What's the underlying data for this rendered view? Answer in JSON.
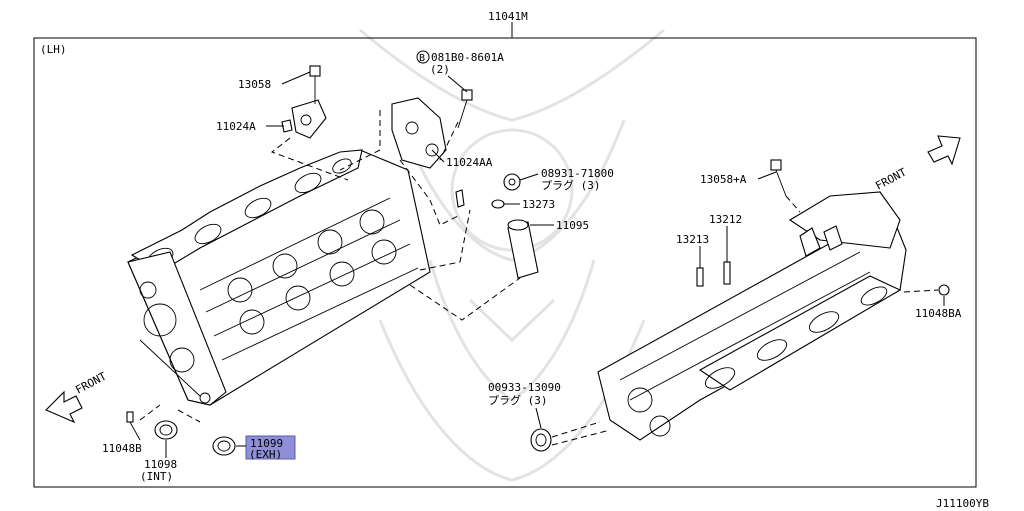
{
  "diagram": {
    "assembly_number": "11041M",
    "side_note": "(LH)",
    "drawing_id": "J11100YB",
    "front_arrows": [
      "FRONT",
      "FRONT"
    ],
    "parts": [
      {
        "id": "p13058",
        "number": "13058",
        "sub": ""
      },
      {
        "id": "p11024A",
        "number": "11024A",
        "sub": ""
      },
      {
        "id": "p081B0",
        "number": "081B0-8601A",
        "sub": "(2)",
        "prefix": "B"
      },
      {
        "id": "p11024AA",
        "number": "11024AA",
        "sub": ""
      },
      {
        "id": "p08931",
        "number": "08931-71800",
        "sub": "プラグ (3)"
      },
      {
        "id": "p13273",
        "number": "13273",
        "sub": ""
      },
      {
        "id": "p11095",
        "number": "11095",
        "sub": ""
      },
      {
        "id": "p13058A",
        "number": "13058+A",
        "sub": ""
      },
      {
        "id": "p13212",
        "number": "13212",
        "sub": ""
      },
      {
        "id": "p13213",
        "number": "13213",
        "sub": ""
      },
      {
        "id": "p11048BA",
        "number": "11048BA",
        "sub": ""
      },
      {
        "id": "p00933",
        "number": "00933-13090",
        "sub": "プラグ (3)"
      },
      {
        "id": "p11048B",
        "number": "11048B",
        "sub": ""
      },
      {
        "id": "p11098",
        "number": "11098",
        "sub": "(INT)"
      },
      {
        "id": "p11099",
        "number": "11099",
        "sub": "(EXH)",
        "highlighted": true
      }
    ],
    "highlight_color": "#8f8fd8"
  }
}
